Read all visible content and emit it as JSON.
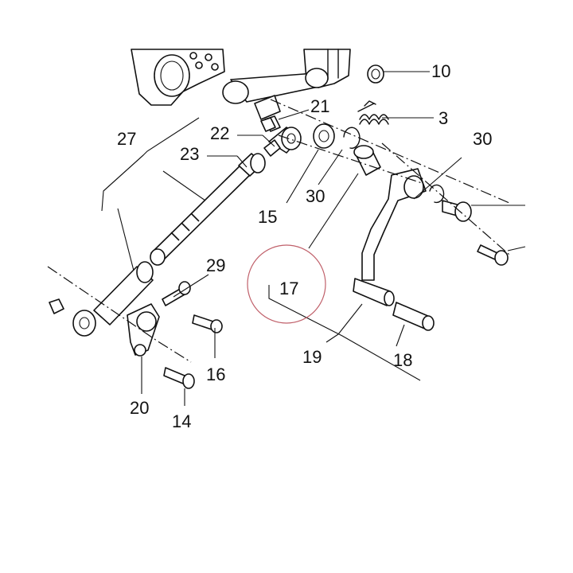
{
  "diagram": {
    "callouts": {
      "c10": "10",
      "c3": "3",
      "c21": "21",
      "c22": "22",
      "c27": "27",
      "c23": "23",
      "c30a": "30",
      "c30b": "30",
      "c15": "15",
      "c17": "17",
      "c29": "29",
      "c16": "16",
      "c19": "19",
      "c18": "18",
      "c20": "20",
      "c14": "14"
    },
    "highlighted_callout": "17",
    "highlight_color": "#c0606a"
  }
}
